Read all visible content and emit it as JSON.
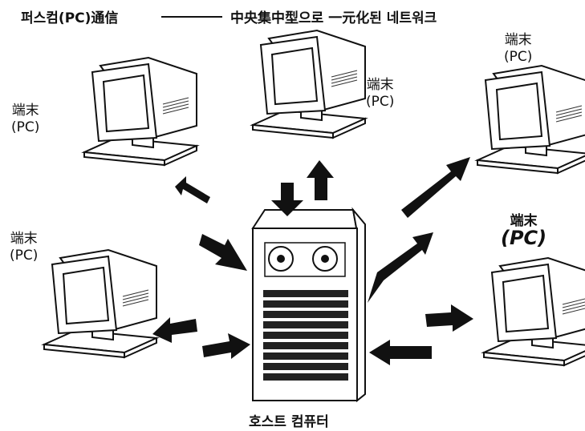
{
  "header": {
    "left_text": "퍼스컴(PC)通信",
    "right_text": "中央集中型으로 一元化된 네트워크"
  },
  "terminals": [
    {
      "id": "top-left",
      "line1": "端末",
      "line2": "(PC)"
    },
    {
      "id": "top-center",
      "line1": "端末",
      "line2": "(PC)"
    },
    {
      "id": "top-right",
      "line1": "端末",
      "line2": "(PC)"
    },
    {
      "id": "mid-left",
      "line1": "端末",
      "line2": "(PC)"
    },
    {
      "id": "mid-right",
      "line1": "端末",
      "line2": "(PC)"
    }
  ],
  "host": {
    "caption": "호스트 컴퓨터"
  }
}
